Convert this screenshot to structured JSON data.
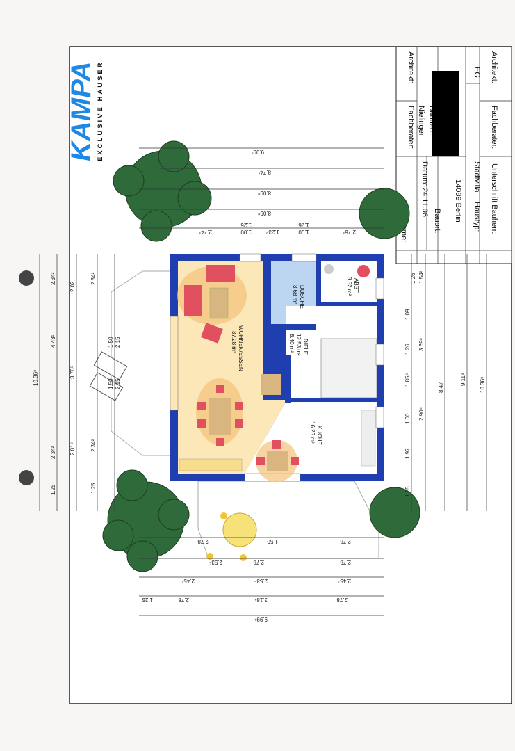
{
  "logo": {
    "brand": "KAMPA",
    "tagline": "EXCLUSIVE HÄUSER",
    "color": "#1e88e5"
  },
  "title_block": {
    "dateiname_label": "Dateiname:",
    "fachberater_label": "Fachberater:",
    "fachberater_value": "Nielinger",
    "architekt_label": "Architekt:",
    "datum_label": "Datum:",
    "datum_value": "24.11.06",
    "bauherr_label": "Bauherr:",
    "bauort_label": "Bauort:",
    "bauort_value": "14089 Berlin",
    "haustyp_label": "Haustyp:",
    "haustyp_value": "Stadtvilla",
    "geschoss": "EG",
    "unterschrift_label": "Unterschrift Bauherr:",
    "fachberater2_label": "Fachberater:",
    "architekt2_label": "Architekt:"
  },
  "rooms": [
    {
      "name": "WOHNEN/ESSEN",
      "area": "37.28 m²"
    },
    {
      "name": "DUSCHE",
      "area": "3.68 m²"
    },
    {
      "name": "ABST",
      "area": "3.52 m²"
    },
    {
      "name": "DIELE",
      "area": "12.53 m²",
      "area2": "8.40 m²"
    },
    {
      "name": "KÜCHE",
      "area": "16.23 m²"
    }
  ],
  "dimensions": {
    "top": [
      "9.99¹",
      "8.74¹",
      "8.09⁸",
      "8.09⁸",
      "2.74²",
      "1.00",
      "1.26",
      "1.23⁸",
      "1.00",
      "1.26",
      "2.76²"
    ],
    "left": [
      "10.36⁸",
      "4.43¹",
      "2.34²",
      "2.34²",
      "1.25",
      "3.78⁵",
      "2.02",
      "2.01⁹",
      "1.25",
      "2.34²",
      "2.34²",
      "1.50",
      "1.50",
      "2.15",
      "2.15"
    ],
    "right": [
      "10.36⁸",
      "9.11⁸",
      "8.47",
      "3.69⁸",
      "2.90⁴",
      "1.97",
      "1.85⁸",
      "1.26",
      "1.26",
      "1.09",
      "1.54²",
      "1.25",
      "1.00"
    ],
    "bottom": [
      "9.99¹",
      "3.18¹",
      "2.78",
      "2.78",
      "1.25",
      "2.53⁵",
      "2.53⁵",
      "2.45⁷",
      "2.45⁷",
      "2.78",
      "2.78",
      "1.50",
      "2.78",
      "2.78"
    ]
  },
  "colors": {
    "wall": "#1f3fb0",
    "living_floor": "#fbe7b8",
    "tile": "#ffffff",
    "shower": "#bcd6f2",
    "tree": "#2f6b3a",
    "sofa": "#e0505e"
  }
}
